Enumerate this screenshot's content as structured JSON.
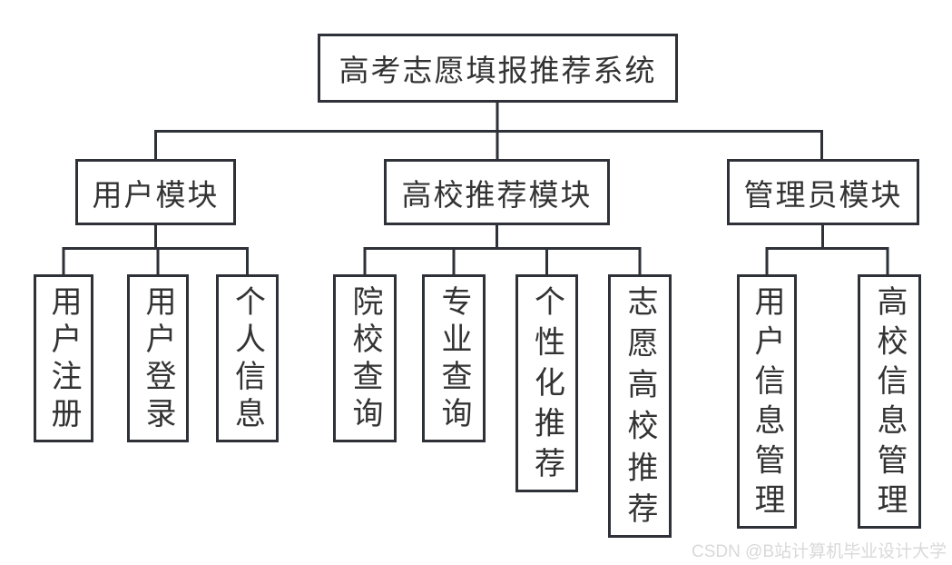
{
  "diagram": {
    "root": {
      "label": "高考志愿填报推荐系统"
    },
    "modules": [
      {
        "label": "用户模块",
        "children": [
          {
            "label": "用户注册"
          },
          {
            "label": "用户登录"
          },
          {
            "label": "个人信息"
          }
        ]
      },
      {
        "label": "高校推荐模块",
        "children": [
          {
            "label": "院校查询"
          },
          {
            "label": "专业查询"
          },
          {
            "label": "个性化推荐"
          },
          {
            "label": "志愿高校推荐"
          }
        ]
      },
      {
        "label": "管理员模块",
        "children": [
          {
            "label": "用户信息管理"
          },
          {
            "label": "高校信息管理"
          }
        ]
      }
    ]
  },
  "watermark": {
    "text": "CSDN @B站计算机毕业设计大学"
  },
  "colors": {
    "line": "#2e3137",
    "text": "#333333",
    "watermark": "#d9d9d9",
    "background": "#ffffff"
  }
}
